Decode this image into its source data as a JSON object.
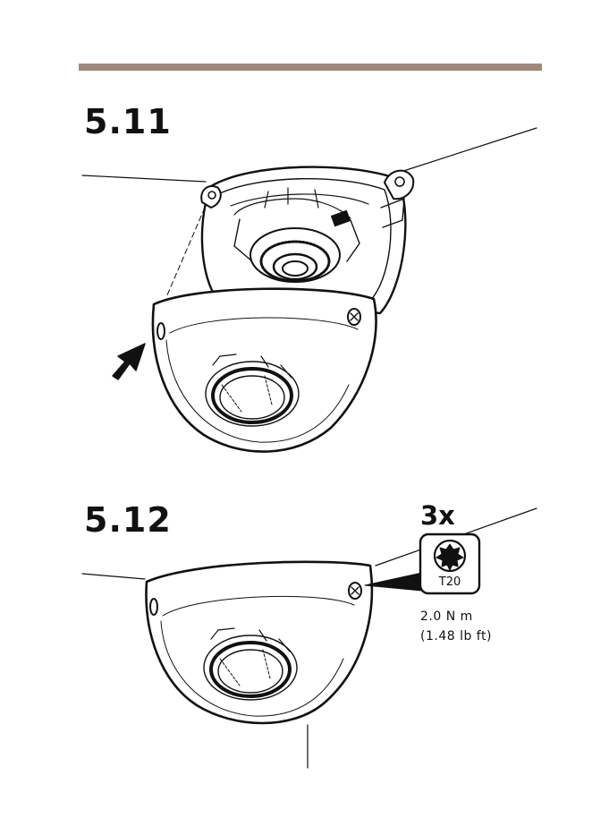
{
  "steps": [
    {
      "number": "5.11"
    },
    {
      "number": "5.12"
    }
  ],
  "tool": {
    "quantity": "3x",
    "bit_label": "T20",
    "icon": "torx-bit-icon"
  },
  "torque": {
    "metric": "2.0 N m",
    "imperial": "(1.48 lb ft)"
  },
  "colors": {
    "rule": "#a0897a",
    "ink": "#111111"
  }
}
